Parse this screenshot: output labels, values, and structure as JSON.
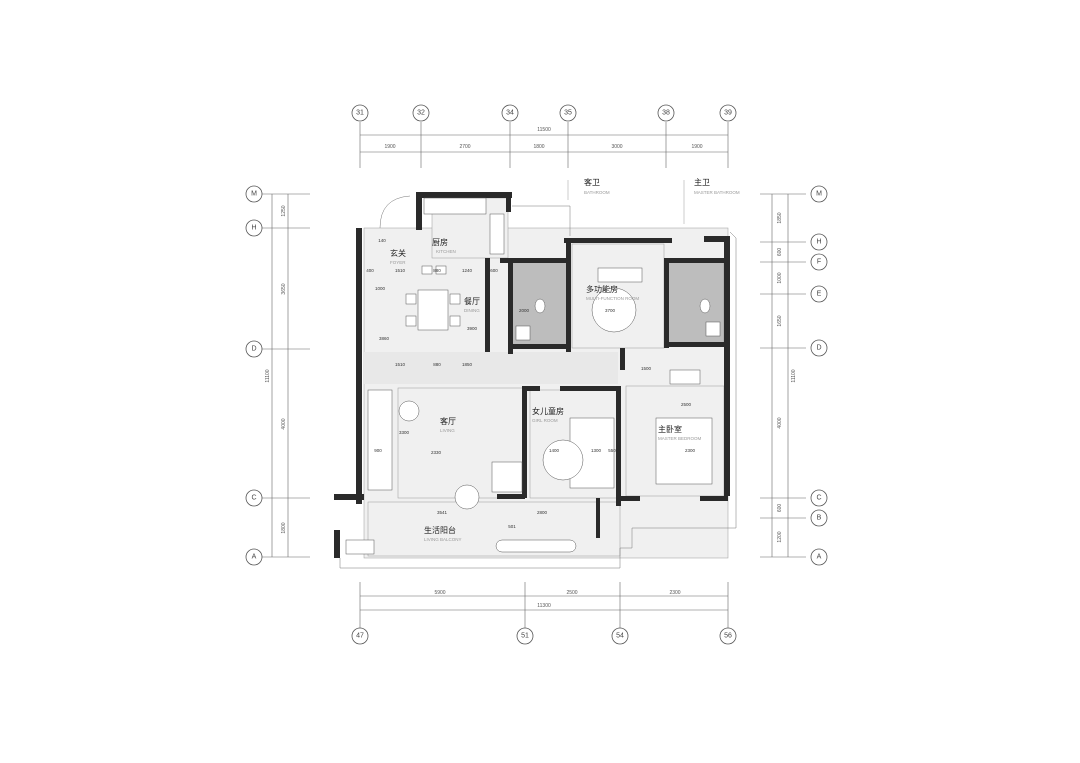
{
  "axes": {
    "top": [
      "31",
      "32",
      "34",
      "35",
      "38",
      "39"
    ],
    "bottom": [
      "47",
      "51",
      "54",
      "56"
    ],
    "left": [
      "M",
      "H",
      "D",
      "C",
      "A"
    ],
    "right": [
      "M",
      "H",
      "F",
      "E",
      "D",
      "C",
      "B",
      "A"
    ]
  },
  "dimensions": {
    "top_total": "11500",
    "top_segments": [
      "1900",
      "2700",
      "1800",
      "3000",
      "1900"
    ],
    "bottom_total": "11300",
    "bottom_segments": [
      "5900",
      "2500",
      "2300"
    ],
    "left_total": "11100",
    "left_segments": [
      "1250",
      "3650",
      "4000",
      "1800"
    ],
    "right_total": "11100",
    "right_segments": [
      "1850",
      "600",
      "1000",
      "1650",
      "4000",
      "600",
      "1200"
    ]
  },
  "rooms": {
    "entry": {
      "cn": "玄关",
      "en": "FOYER"
    },
    "kitchen": {
      "cn": "厨房",
      "en": "KITCHEN"
    },
    "dining": {
      "cn": "餐厅",
      "en": "DINING"
    },
    "guest_bath": {
      "cn": "客卫",
      "en": "BATHROOM"
    },
    "master_bath": {
      "cn": "主卫",
      "en": "MASTER BATHROOM"
    },
    "multi": {
      "cn": "多功能房",
      "en": "MULTI-FUNCTION ROOM"
    },
    "living": {
      "cn": "客厅",
      "en": "LIVING"
    },
    "girl": {
      "cn": "女儿童房",
      "en": "GIRL ROOM"
    },
    "master": {
      "cn": "主卧室",
      "en": "MASTER BEDROOM"
    },
    "balcony": {
      "cn": "生活阳台",
      "en": "LIVING BALCONY"
    }
  },
  "inner_dims": {
    "d1510": "1510",
    "d880": "880",
    "d1850": "1850",
    "d1240": "1240",
    "d600": "600",
    "d3800": "3800",
    "d3900": "3900",
    "d3860": "3860",
    "d2330": "2330",
    "d3300": "3300",
    "d3541": "3541",
    "d2800": "2800",
    "d501": "501",
    "d1400": "1400",
    "d1300": "1300",
    "d2300": "2300",
    "d2000": "2000",
    "d3700": "3700",
    "d1000": "1000",
    "d900": "900",
    "d2500": "2500",
    "d1500": "1500",
    "d550": "550",
    "d400": "400",
    "d140": "140"
  }
}
